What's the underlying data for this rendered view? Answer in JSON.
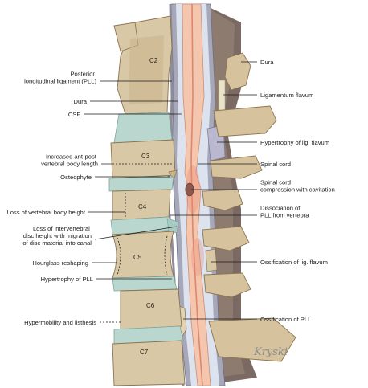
{
  "labels_left": [
    "Posterior longitudinal ligament (PLL)",
    "Dura",
    "CSF",
    "Increased ant-post vertebral body length",
    "Osteophyte",
    "Loss of vertebral body height",
    "Loss of intervertebral disc height with migration of disc material into canal",
    "Hourglass reshaping",
    "Hypertrophy of PLL",
    "Hypermobility and listhesis"
  ],
  "labels_right": [
    "Dura",
    "Ligamentum flavum",
    "Hypertrophy of lig. flavum",
    "Spinal cord",
    "Spinal cord compression with cavitation",
    "Dissociation of PLL from vertebra",
    "Ossification of lig. flavum",
    "Ossification of PLL"
  ],
  "vertebrae": [
    "C2",
    "C3",
    "C4",
    "C5",
    "C6",
    "C7"
  ],
  "signature": "Kryski",
  "colors": {
    "bone": "#d9c8a6",
    "disc": "#b9d7cf",
    "cord": "#f3c6ad",
    "dura": "#9a9aaa",
    "leader": "#1a1a1a"
  }
}
